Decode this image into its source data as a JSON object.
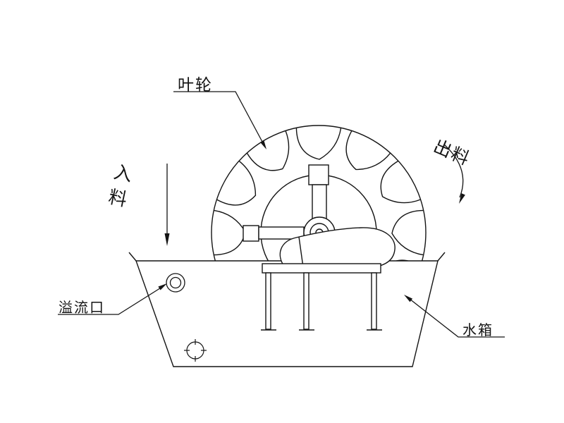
{
  "colors": {
    "line": "#141414",
    "background": "#ffffff"
  },
  "labels": {
    "impeller": "叶轮",
    "discharge": "出料",
    "feed": "入料",
    "overflow_port": "溢流口",
    "water_tank": "水箱"
  }
}
